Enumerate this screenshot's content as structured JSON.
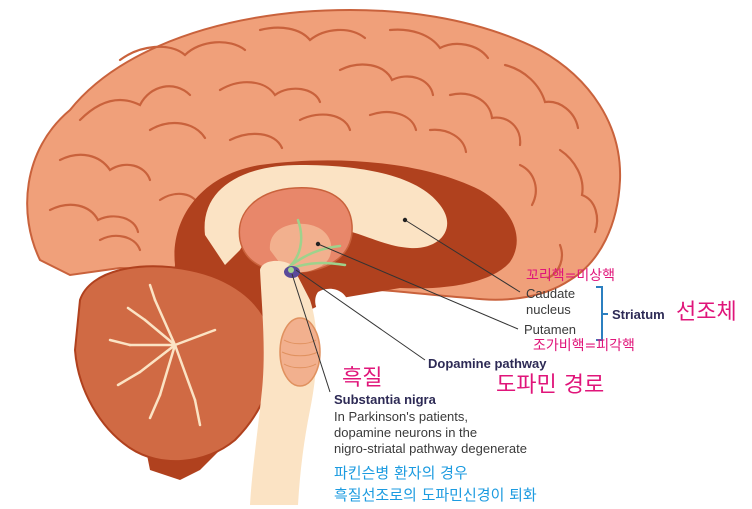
{
  "labels": {
    "caudate_ko": "꼬리핵=미상핵",
    "caudate_line1": "Caudate",
    "caudate_line2": "nucleus",
    "striatum_en": "Striatum",
    "striatum_ko": "선조체",
    "putamen_en": "Putamen",
    "putamen_ko": "조가비핵=피각핵",
    "dopamine_pathway_en": "Dopamine pathway",
    "dopamine_pathway_ko": "도파민 경로",
    "substantia_nigra_ko": "흑질",
    "substantia_nigra_en": "Substantia nigra",
    "parkinson_line1": "In Parkinson's patients,",
    "parkinson_line2": "dopamine neurons in the",
    "parkinson_line3": "nigro-striatal pathway degenerate",
    "korean_note_line1": "파킨슨병 환자의 경우",
    "korean_note_line2": "흑질선조로의 도파민신경이 퇴화"
  },
  "colors": {
    "cortex": "#f0a07a",
    "cortex_line": "#c9623c",
    "white_matter": "#fbe3c4",
    "dark_region": "#b0411e",
    "cerebellum": "#d06a44",
    "striatum_fill": "#e8876a",
    "pathway": "#9ed28c",
    "substantia_nigra": "#5a4a9a",
    "label_pink": "#e0157a",
    "label_blue": "#1c9be0",
    "label_dark": "#2d2a55",
    "bracket": "#2b7fc0"
  }
}
